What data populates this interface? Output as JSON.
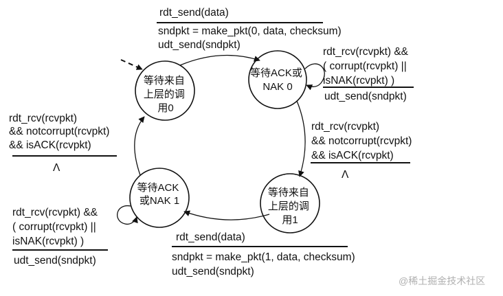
{
  "states": {
    "s0": [
      "等待来自",
      "上层的调",
      "用0"
    ],
    "s1": [
      "等待ACK或",
      "NAK 0"
    ],
    "s2": [
      "等待来自",
      "上层的调",
      "用1"
    ],
    "s3": [
      "等待ACK",
      "或NAK 1"
    ]
  },
  "transitions": {
    "t_top": {
      "event": [
        "rdt_send(data)"
      ],
      "action": [
        "sndpkt = make_pkt(0, data, checksum)",
        "udt_send(sndpkt)"
      ]
    },
    "t_self_right": {
      "event": [
        "rdt_rcv(rcvpkt) &&",
        "( corrupt(rcvpkt) ||",
        "isNAK(rcvpkt) )"
      ],
      "action": [
        "udt_send(sndpkt)"
      ]
    },
    "t_right": {
      "event": [
        "rdt_rcv(rcvpkt)",
        "&& notcorrupt(rcvpkt)",
        "&& isACK(rcvpkt)"
      ],
      "action": [
        "Λ"
      ]
    },
    "t_bottom": {
      "event": [
        "rdt_send(data)"
      ],
      "action": [
        "sndpkt = make_pkt(1, data, checksum)",
        "udt_send(sndpkt)"
      ]
    },
    "t_self_left": {
      "event": [
        "rdt_rcv(rcvpkt) &&",
        "( corrupt(rcvpkt) ||",
        "isNAK(rcvpkt) )"
      ],
      "action": [
        "udt_send(sndpkt)"
      ]
    },
    "t_left": {
      "event": [
        "rdt_rcv(rcvpkt)",
        "&& notcorrupt(rcvpkt)",
        "&& isACK(rcvpkt)"
      ],
      "action": [
        "Λ"
      ]
    }
  },
  "watermark": "@稀土掘金技术社区"
}
